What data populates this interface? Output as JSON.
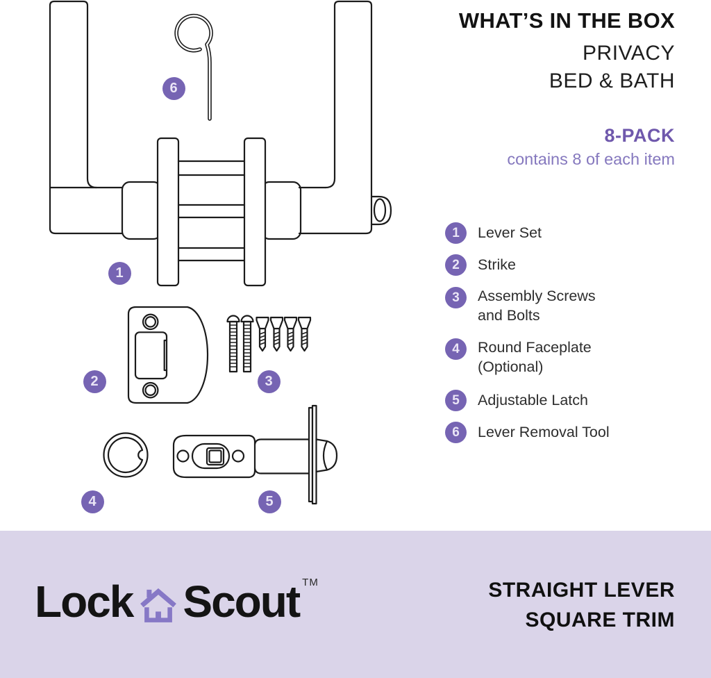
{
  "header": {
    "title": "WHAT’S IN THE BOX",
    "subtitle_line1": "PRIVACY",
    "subtitle_line2": "BED & BATH",
    "pack_label": "8-PACK",
    "pack_note": "contains 8 of each item"
  },
  "legend": {
    "items": [
      {
        "number": "1",
        "label": "Lever Set"
      },
      {
        "number": "2",
        "label": "Strike"
      },
      {
        "number": "3",
        "label": "Assembly Screws and Bolts"
      },
      {
        "number": "4",
        "label": "Round Faceplate (Optional)"
      },
      {
        "number": "5",
        "label": "Adjustable Latch"
      },
      {
        "number": "6",
        "label": "Lever Removal Tool"
      }
    ]
  },
  "footer": {
    "brand_part1": "Lock",
    "brand_part2": "Scout",
    "trademark": "TM",
    "product_line1": "STRAIGHT LEVER",
    "product_line2": "SQUARE TRIM"
  },
  "colors": {
    "accent_purple": "#7664B3",
    "pack_purple": "#6F58AC",
    "note_purple": "#8578BE",
    "band_lavender": "#DAD4E9",
    "logo_purple": "#8678C6",
    "line_art": "#1b1b1b"
  }
}
